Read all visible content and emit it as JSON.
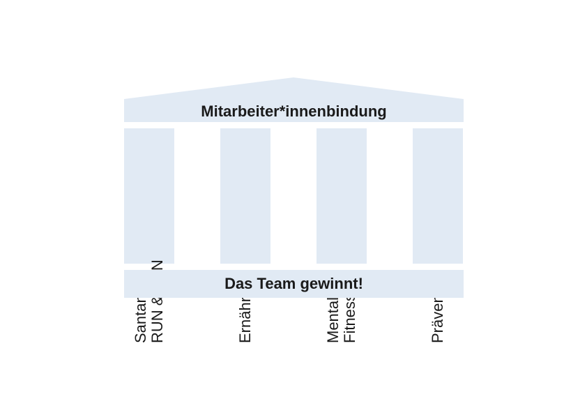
{
  "diagram": {
    "roof_label": "Mitarbeiter*innenbindung",
    "pillars": [
      {
        "lines": [
          "Santander",
          "RUN & FUN"
        ]
      },
      {
        "lines": [
          "Ernährung"
        ]
      },
      {
        "lines": [
          "Mentale",
          "Fitness"
        ]
      },
      {
        "lines": [
          "Prävention"
        ]
      }
    ],
    "base_label": "Das Team gewinnt!",
    "fill_color": "#e1eaf4",
    "text_color": "#1a1a1a"
  }
}
